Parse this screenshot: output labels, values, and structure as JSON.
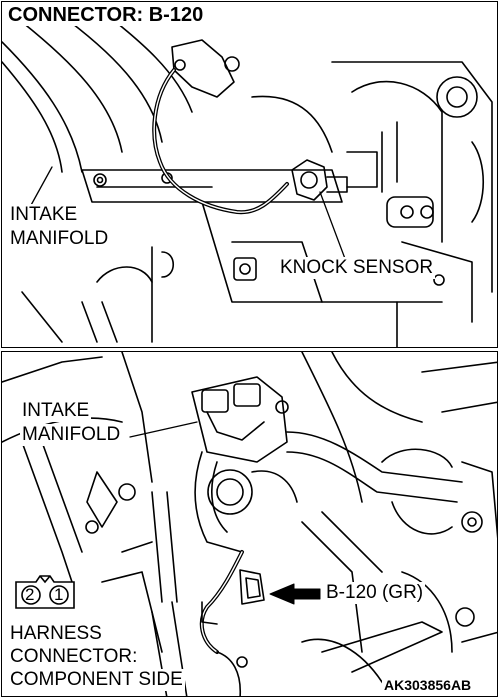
{
  "top_panel": {
    "title": "CONNECTOR: B-120",
    "label_intake_line1": "INTAKE",
    "label_intake_line2": "MANIFOLD",
    "label_knock_sensor": "KNOCK SENSOR"
  },
  "bottom_panel": {
    "label_intake_line1": "INTAKE",
    "label_intake_line2": "MANIFOLD",
    "label_connector": "B-120 (GR)",
    "harness_line1": "HARNESS",
    "harness_line2": "CONNECTOR:",
    "harness_line3": "COMPONENT SIDE",
    "pin_2": "2",
    "pin_1": "1",
    "figure_code": "AK303856AB"
  }
}
